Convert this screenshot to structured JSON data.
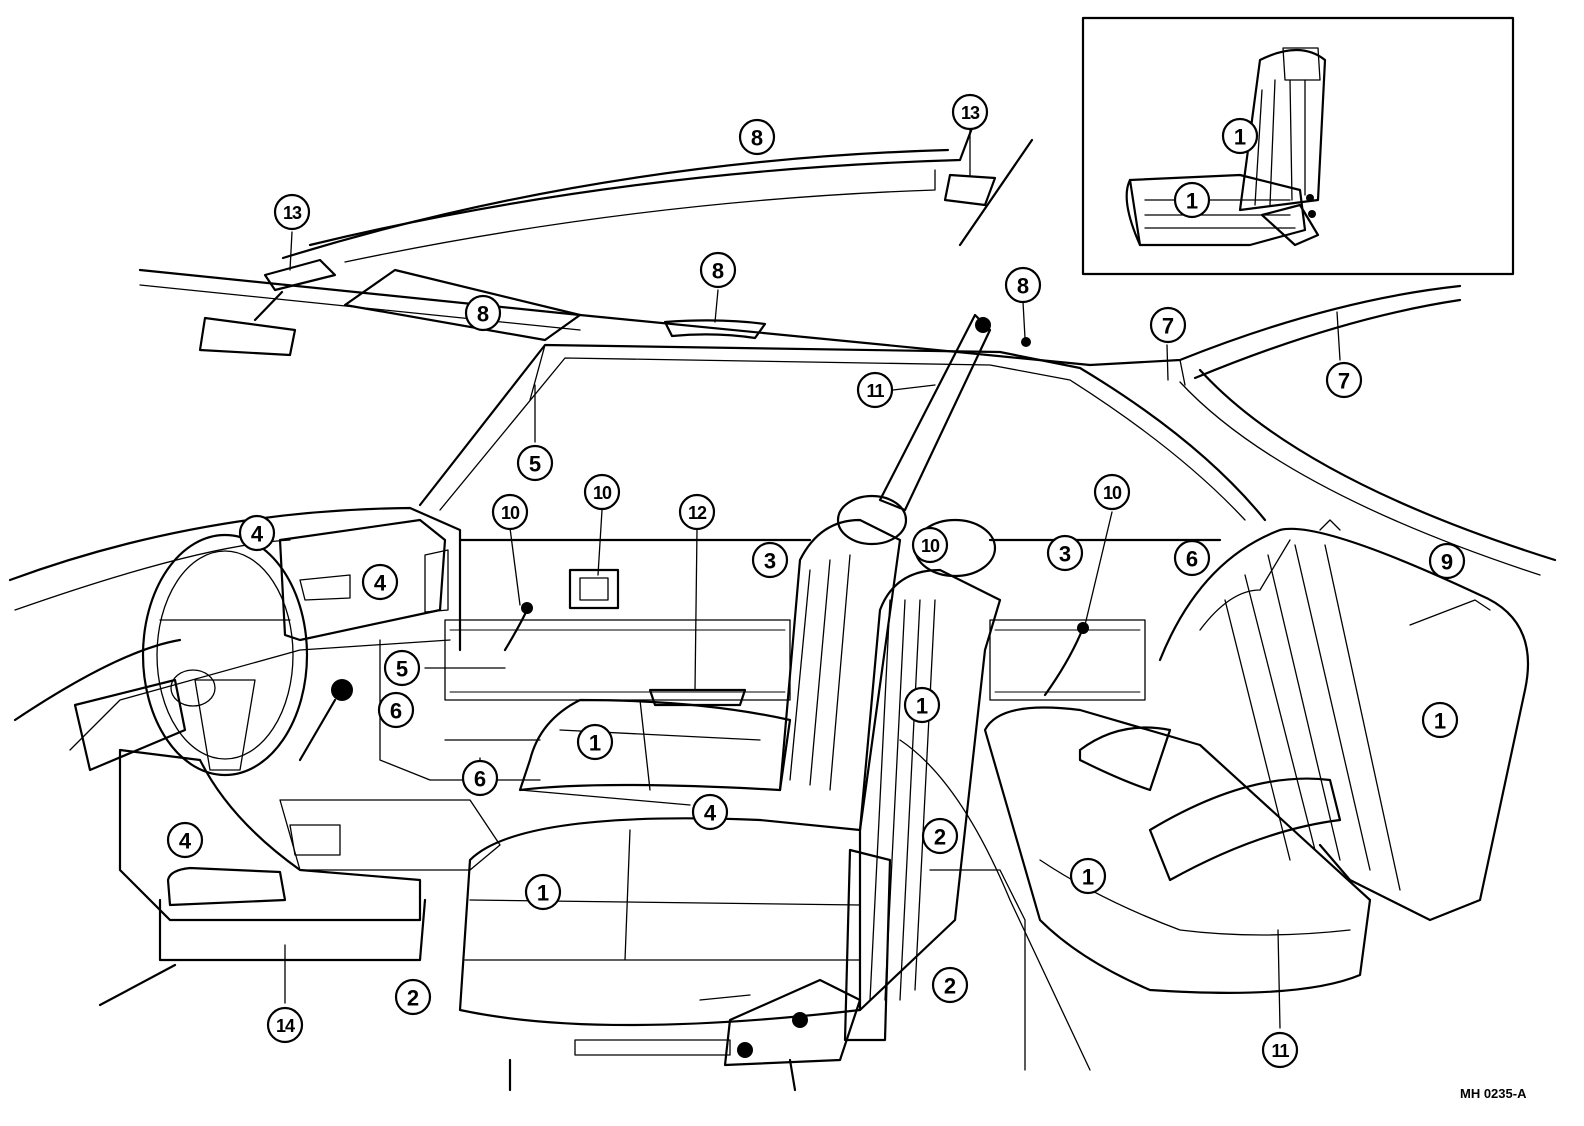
{
  "callouts": [
    {
      "id": "c1",
      "label": "1",
      "part": "seat"
    },
    {
      "id": "c2",
      "label": "1",
      "part": "seat"
    },
    {
      "id": "c3",
      "label": "1",
      "part": "seat"
    },
    {
      "id": "c4",
      "label": "1",
      "part": "seat"
    },
    {
      "id": "c5",
      "label": "1",
      "part": "seat"
    },
    {
      "id": "c6",
      "label": "1",
      "part": "seat"
    },
    {
      "id": "c7",
      "label": "1",
      "part": "seat"
    },
    {
      "id": "c8",
      "label": "2",
      "part": "floor"
    },
    {
      "id": "c9",
      "label": "2",
      "part": "floor"
    },
    {
      "id": "c10",
      "label": "2",
      "part": "floor"
    },
    {
      "id": "c11",
      "label": "3",
      "part": "door-trim"
    },
    {
      "id": "c12",
      "label": "3",
      "part": "door-trim"
    },
    {
      "id": "c13",
      "label": "4",
      "part": "dashboard"
    },
    {
      "id": "c14",
      "label": "4",
      "part": "dashboard"
    },
    {
      "id": "c15",
      "label": "4",
      "part": "dashboard"
    },
    {
      "id": "c16",
      "label": "4",
      "part": "console"
    },
    {
      "id": "c17",
      "label": "5",
      "part": "pillar"
    },
    {
      "id": "c18",
      "label": "5",
      "part": "pillar"
    },
    {
      "id": "c19",
      "label": "6",
      "part": "kick-panel"
    },
    {
      "id": "c20",
      "label": "6",
      "part": "sill"
    },
    {
      "id": "c21",
      "label": "6",
      "part": "rear-side-trim"
    },
    {
      "id": "c22",
      "label": "7",
      "part": "pillar"
    },
    {
      "id": "c23",
      "label": "7",
      "part": "roof-rail"
    },
    {
      "id": "c24",
      "label": "8",
      "part": "headliner"
    },
    {
      "id": "c25",
      "label": "8",
      "part": "sun-visor"
    },
    {
      "id": "c26",
      "label": "8",
      "part": "assist-grip"
    },
    {
      "id": "c27",
      "label": "8",
      "part": "coat-hook"
    },
    {
      "id": "c28",
      "label": "9",
      "part": "rear-shelf"
    },
    {
      "id": "c29",
      "label": "10",
      "part": "window-handle"
    },
    {
      "id": "c30",
      "label": "10",
      "part": "lock-knob"
    },
    {
      "id": "c31",
      "label": "10",
      "part": "headrest"
    },
    {
      "id": "c32",
      "label": "10",
      "part": "window-handle"
    },
    {
      "id": "c33",
      "label": "11",
      "part": "seat-belt"
    },
    {
      "id": "c34",
      "label": "11",
      "part": "seat-belt"
    },
    {
      "id": "c35",
      "label": "12",
      "part": "armrest"
    },
    {
      "id": "c36",
      "label": "13",
      "part": "dome-lamp"
    },
    {
      "id": "c37",
      "label": "13",
      "part": "dome-lamp"
    },
    {
      "id": "c38",
      "label": "14",
      "part": "glove-box"
    }
  ],
  "drawing_code": "MH 0235-A"
}
